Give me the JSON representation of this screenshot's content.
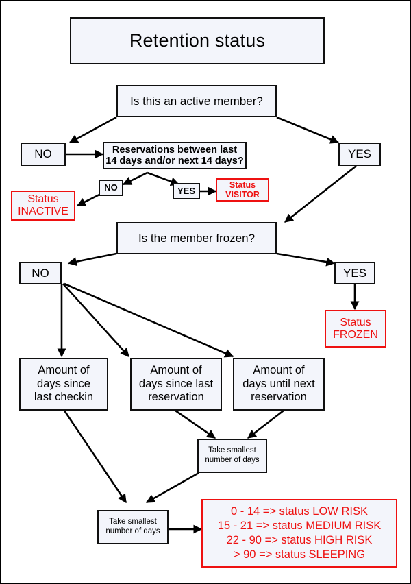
{
  "diagram": {
    "title": "Retention status",
    "nodes": {
      "title_box": "Retention status",
      "q_active": "Is this an active member?",
      "active_no": "NO",
      "active_yes": "YES",
      "q_reservations": "Reservations between last\n14 days and/or next 14 days?",
      "res_no": "NO",
      "res_yes": "YES",
      "status_inactive": "Status\nINACTIVE",
      "status_visitor": "Status\nVISITOR",
      "q_frozen": "Is the member frozen?",
      "frozen_no": "NO",
      "frozen_yes": "YES",
      "status_frozen": "Status\nFROZEN",
      "days_checkin": "Amount of\ndays since\nlast checkin",
      "days_since_reservation": "Amount of\ndays since last\nreservation",
      "days_until_reservation": "Amount of\ndays until next\nreservation",
      "take_smallest_1": "Take smallest\nnumber of days",
      "take_smallest_2": "Take smallest\nnumber of days",
      "risk_rules": "0 - 14 => status LOW RISK\n15 - 21 => status MEDIUM RISK\n22 - 90 => status HIGH RISK\n> 90 => status SLEEPING"
    },
    "risk_rules_lines": [
      "0 - 14 => status LOW RISK",
      "15 - 21 => status MEDIUM RISK",
      "22 - 90 => status HIGH RISK",
      "> 90 => status SLEEPING"
    ],
    "colors": {
      "box_fill": "#f3f5fb",
      "box_border": "#101010",
      "status_red": "#ee1111",
      "arrow": "#000000",
      "page_background": "#ffffff"
    }
  }
}
